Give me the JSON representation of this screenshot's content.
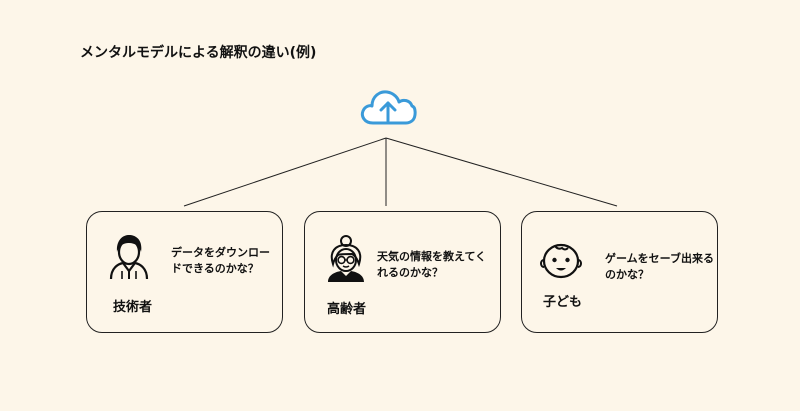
{
  "title": "メンタルモデルによる解釈の違い(例)",
  "center_icon": "cloud-upload-icon",
  "colors": {
    "background": "#fdf6e9",
    "cloud_stroke": "#3a9ad9",
    "line": "#222222"
  },
  "personas": [
    {
      "label": "技術者",
      "question": "データをダウンロードできるのかな？",
      "icon": "engineer-icon"
    },
    {
      "label": "高齢者",
      "question": "天気の情報を教えてくれるのかな？",
      "icon": "elderly-woman-icon"
    },
    {
      "label": "子ども",
      "question": "ゲームをセーブ出来るのかな？",
      "icon": "child-face-icon"
    }
  ]
}
